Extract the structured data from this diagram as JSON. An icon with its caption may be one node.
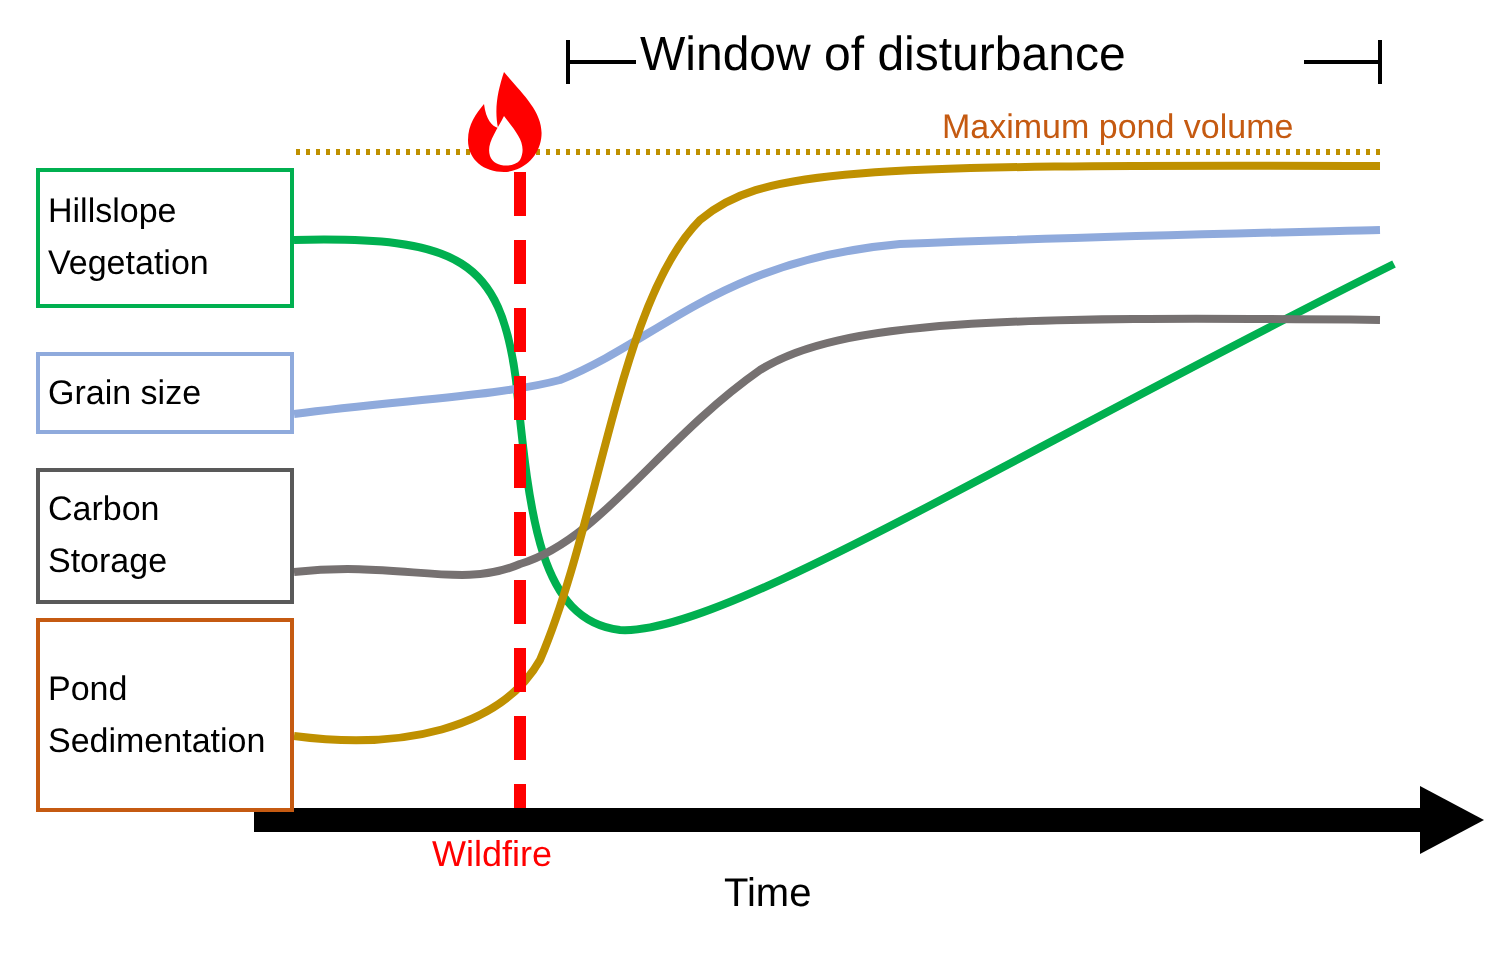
{
  "diagram": {
    "nodes": [
      {
        "text": [
          "Hillslope Vegetation"
        ]
      },
      {
        "text": [
          "Grain size"
        ]
      },
      {
        "text": [
          "Carbon Storage"
        ]
      },
      {
        "text": [
          "Pond Sedimentation"
        ]
      }
    ],
    "edges": [
      {
        "from": 0,
        "to": null,
        "arrow": "none",
        "color": "#00b050"
      },
      {
        "from": 1,
        "to": null,
        "arrow": "none",
        "color": "#8faadc"
      },
      {
        "from": 2,
        "to": null,
        "arrow": "none",
        "color": "#767171"
      },
      {
        "from": 3,
        "to": null,
        "arrow": "none",
        "color": "#bf9000"
      }
    ],
    "labels": [
      "Window of disturbance",
      "Maximum pond volume",
      "Wildfire",
      "Time"
    ]
  }
}
